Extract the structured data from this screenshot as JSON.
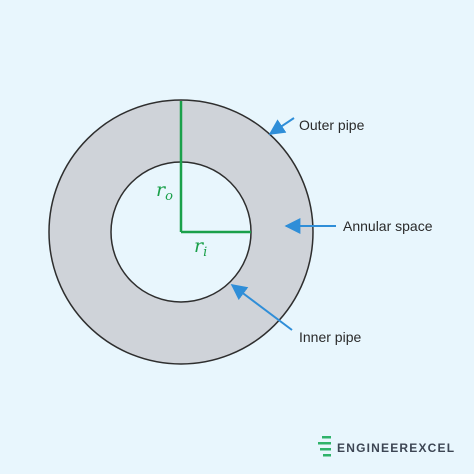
{
  "labels": {
    "outer_pipe": "Outer pipe",
    "annular_space": "Annular space",
    "inner_pipe": "Inner pipe"
  },
  "radius_labels": {
    "outer": {
      "base": "r",
      "sub": "o"
    },
    "inner": {
      "base": "r",
      "sub": "i"
    }
  },
  "logo": {
    "text": "ENGINEEREXCEL"
  },
  "colors": {
    "background": "#e8f6fd",
    "annulus_fill": "#cfd3d9",
    "stroke": "#2e2e2e",
    "inner_fill": "#e8f6fd",
    "radius_lines": "#1aa04a",
    "arrows": "#2f8ed8",
    "label_text": "#2a2a2a",
    "logo_text": "#3d4654",
    "logo_mark": "#2fb36a"
  },
  "icons": [
    "arrow-icon",
    "engineerexcel-logo-icon"
  ]
}
